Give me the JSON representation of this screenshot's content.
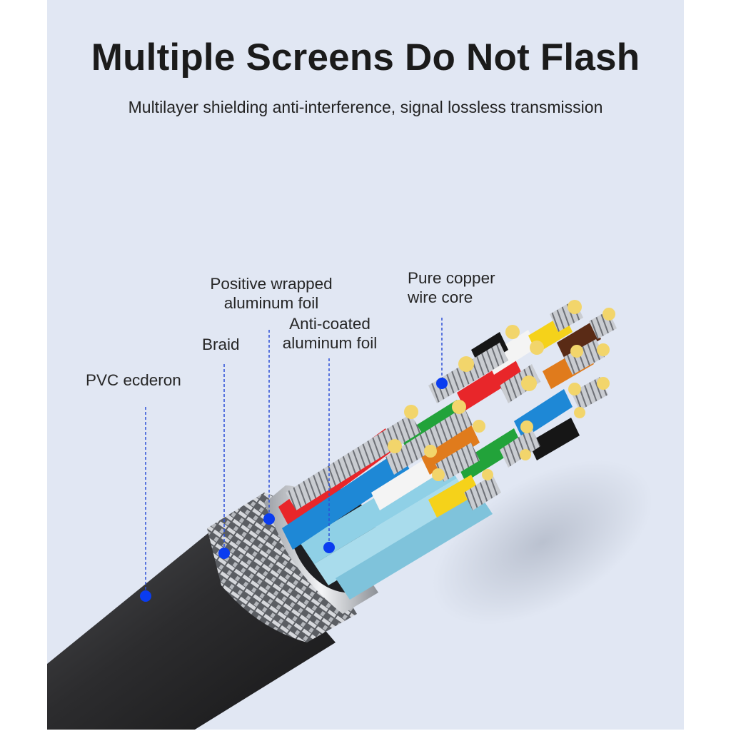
{
  "header": {
    "title": "Multiple Screens Do Not Flash",
    "subtitle": "Multilayer shielding anti-interference, signal lossless transmission"
  },
  "callouts": [
    {
      "id": "pvc",
      "lines": [
        "PVC ecderon"
      ]
    },
    {
      "id": "braid",
      "lines": [
        "Braid"
      ]
    },
    {
      "id": "positive-foil",
      "lines": [
        "Positive wrapped",
        "aluminum foil"
      ]
    },
    {
      "id": "anti-foil",
      "lines": [
        "Anti-coated",
        "aluminum foil"
      ]
    },
    {
      "id": "copper",
      "lines": [
        "Pure copper",
        "wire core"
      ]
    }
  ],
  "colors": {
    "background_panel": "#e1e7f3",
    "marker_blue": "#0a3cf0",
    "jacket": "#2a2a2c",
    "wire_colors": [
      "#e8262a",
      "#1e88d6",
      "#22a33a",
      "#e07b1c",
      "#f5d21a",
      "#f4f4f4",
      "#161616",
      "#5a2b16",
      "#8fd0e6"
    ]
  }
}
